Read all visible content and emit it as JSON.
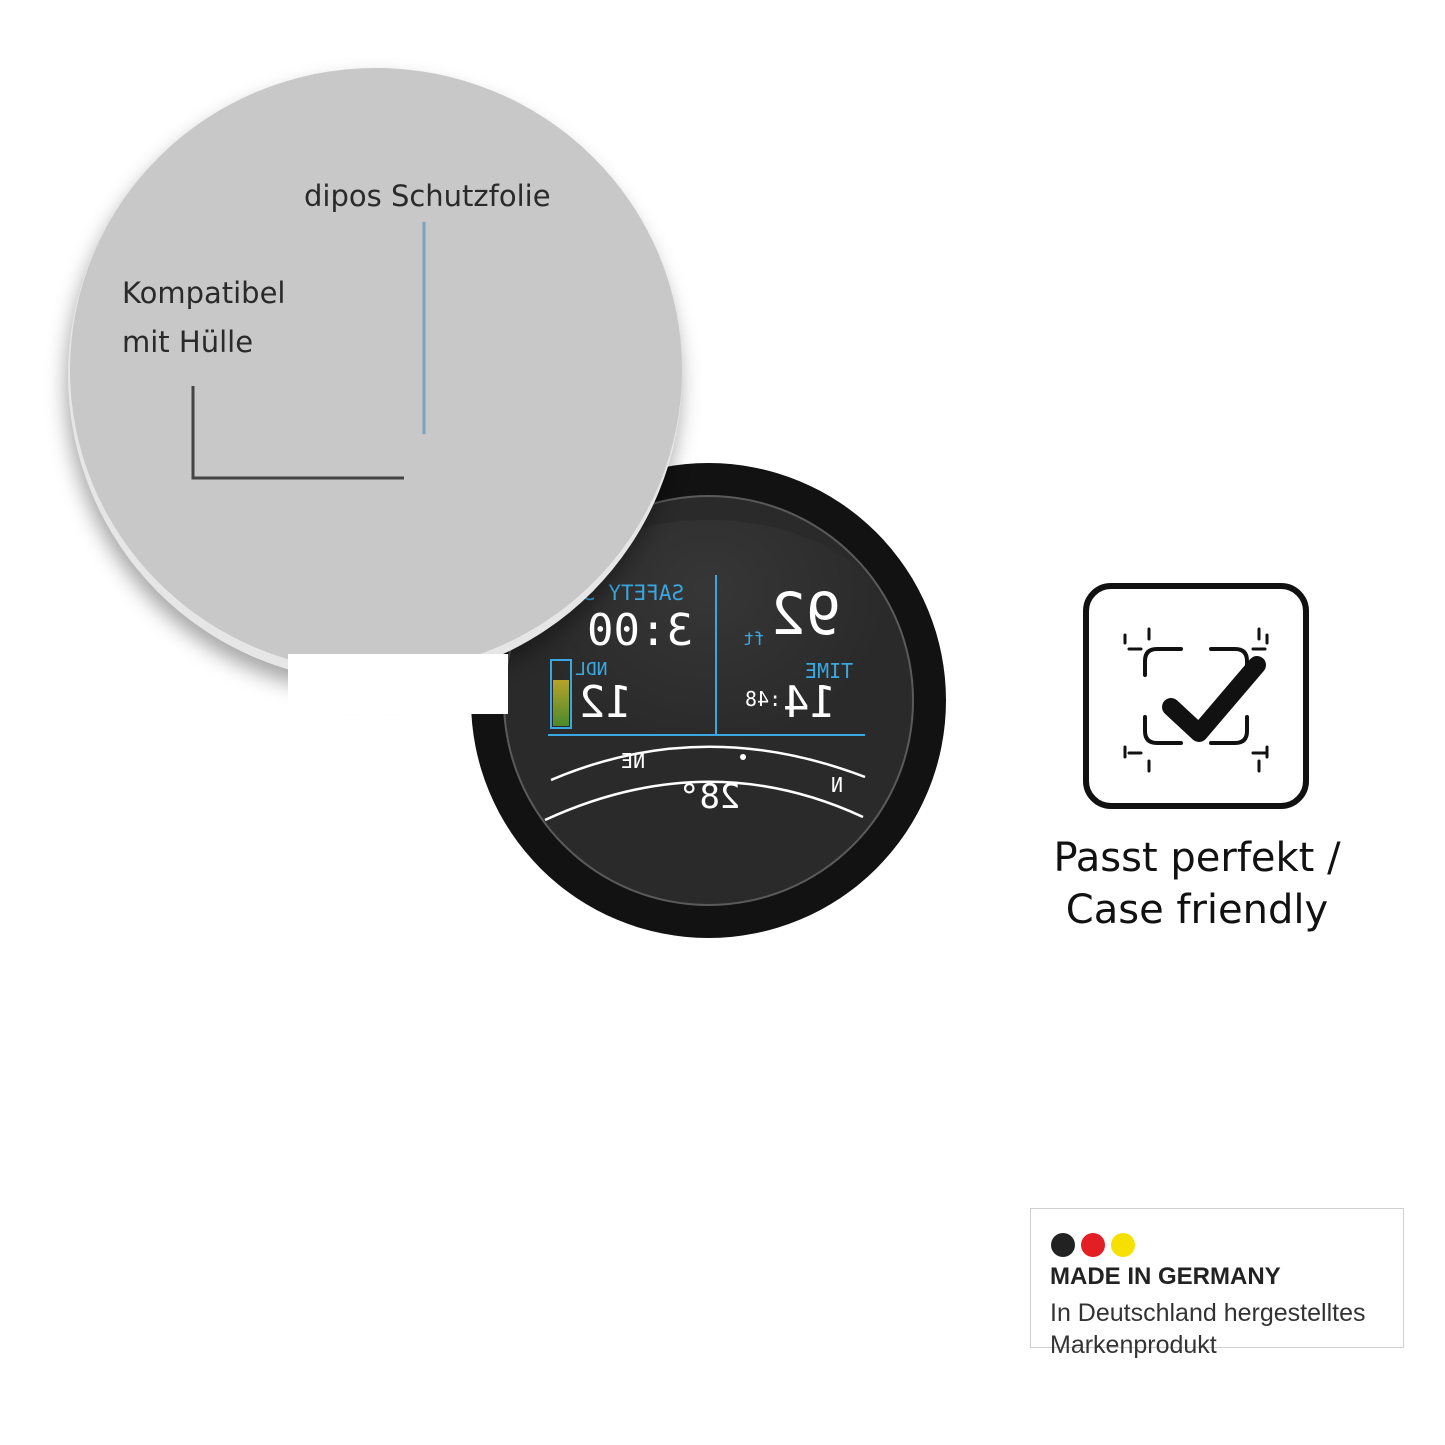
{
  "film": {
    "label_product": "dipos Schutzfolie",
    "label_compat_line1": "Kompatibel",
    "label_compat_line2": "mit Hülle"
  },
  "dive_computer": {
    "safety_label": "SAFETY S",
    "safety_time": "3:00",
    "depth_value": "92",
    "depth_unit": "ft",
    "ndl_label": "NDL",
    "ndl_value": "12",
    "time_label": "TIME",
    "time_minutes": "14",
    "time_seconds": ":48",
    "compass_ne": "NE",
    "compass_n": "N",
    "heading": "28°",
    "ndl_bar_level": 0.72
  },
  "feature": {
    "icon": "check-frame-icon",
    "caption_line1": "Passt perfekt /",
    "caption_line2": "Case friendly"
  },
  "badge": {
    "title": "MADE IN GERMANY",
    "line1": "In Deutschland hergestelltes",
    "line2": "Markenprodukt"
  },
  "colors": {
    "flag_black": "#222222",
    "flag_red": "#e31e24",
    "flag_gold": "#f5e000",
    "dc_blue": "#3aa7e0",
    "film_grey": "#c8c8c8",
    "leader_line_blue": "#7aa3bd"
  }
}
